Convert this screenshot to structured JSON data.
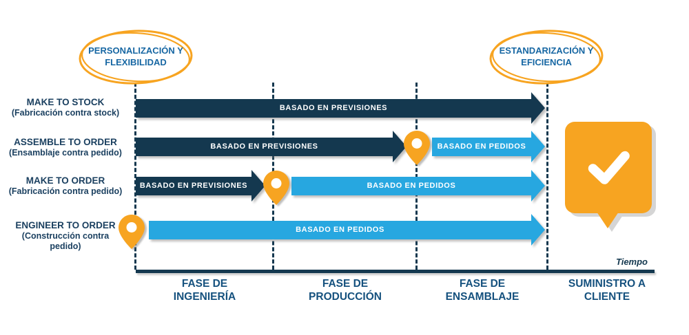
{
  "header_ellipses": {
    "left": "PERSONALIZACIÓN Y FLEXIBILIDAD",
    "right": "ESTANDARIZACIÓN Y EFICIENCIA"
  },
  "rows": [
    {
      "name": "MAKE TO STOCK",
      "desc": "(Fabricación contra stock)",
      "forecast_label": "BASADO EN PREVISIONES"
    },
    {
      "name": "ASSEMBLE TO ORDER",
      "desc": "(Ensamblaje contra pedido)",
      "forecast_label": "BASADO EN PREVISIONES",
      "orders_label": "BASADO EN PEDIDOS"
    },
    {
      "name": "MAKE TO ORDER",
      "desc": "(Fabricación contra pedido)",
      "forecast_label": "BASADO EN PREVISIONES",
      "orders_label": "BASADO EN PEDIDOS"
    },
    {
      "name": "ENGINEER TO ORDER",
      "desc": "(Construcción contra pedido)",
      "orders_label": "BASADO EN PEDIDOS"
    }
  ],
  "phases": [
    "FASE DE INGENIERÍA",
    "FASE DE PRODUCCIÓN",
    "FASE DE ENSAMBLAJE",
    "SUMINISTRO A CLIENTE"
  ],
  "axis": {
    "time_label": "Tiempo"
  },
  "icons": {
    "pin": "location-pin",
    "check": "checkmark"
  },
  "colors": {
    "navy": "#14384F",
    "blue": "#27A7E0",
    "orange": "#F7A421",
    "row_label_blue": "#1B4060",
    "phase_label_blue": "#15517E",
    "ellipse_text_blue": "#1767A3"
  }
}
